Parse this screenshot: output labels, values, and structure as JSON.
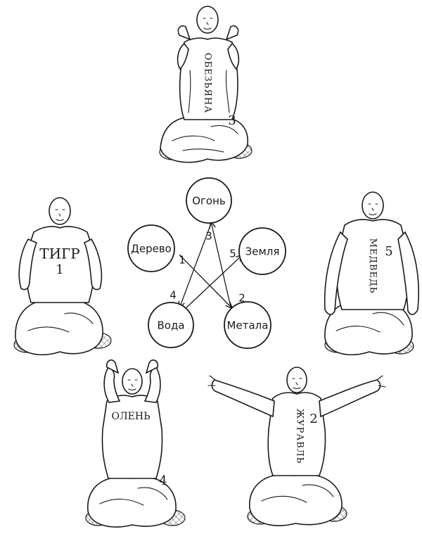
{
  "elements": {
    "fire": "Огонь",
    "wood": "Дерево",
    "earth": "Земля",
    "water": "Вода",
    "metal": "Метала"
  },
  "cycle_numbers": {
    "n1": "1",
    "n2": "2",
    "n3": "3",
    "n4": "4",
    "n5": "5"
  },
  "figures": {
    "monkey": {
      "label": "ОБЕЗЬЯНА",
      "number": "3"
    },
    "tiger": {
      "label": "ТИГР",
      "number": "1"
    },
    "bear": {
      "label": "МЕДВЕДЬ",
      "number": "5"
    },
    "deer": {
      "label": "ОЛЕНЬ",
      "number": "4"
    },
    "crane": {
      "label": "ЖУРАВЛЬ",
      "number": "2"
    }
  },
  "colors": {
    "ink": "#1a1a1a",
    "paper": "#ffffff"
  }
}
